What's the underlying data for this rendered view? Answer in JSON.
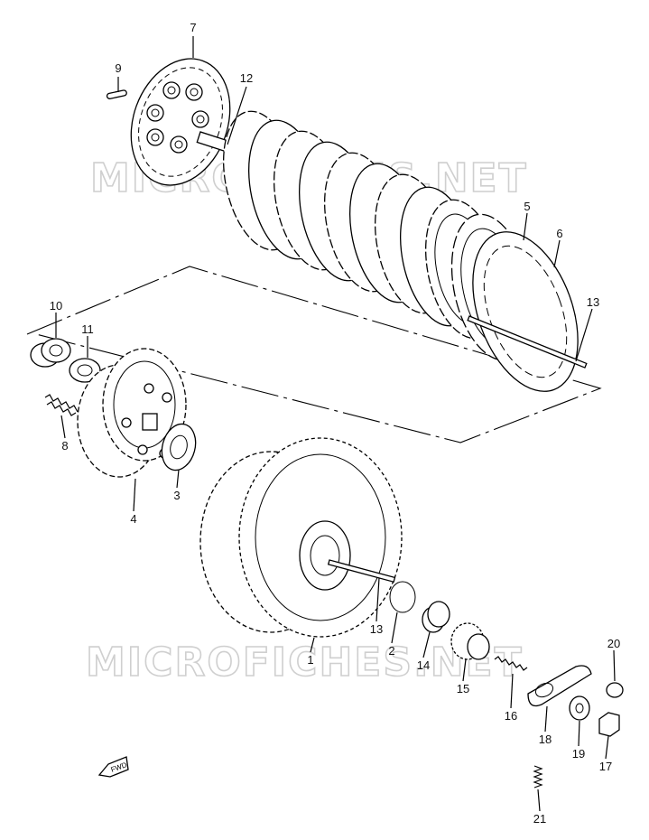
{
  "watermark": "MICROFICHES.NET",
  "fwd_label": "FWD",
  "callouts": [
    {
      "id": "c1",
      "label": "1"
    },
    {
      "id": "c2",
      "label": "2"
    },
    {
      "id": "c3",
      "label": "3"
    },
    {
      "id": "c4",
      "label": "4"
    },
    {
      "id": "c5",
      "label": "5"
    },
    {
      "id": "c6",
      "label": "6"
    },
    {
      "id": "c7",
      "label": "7"
    },
    {
      "id": "c8",
      "label": "8"
    },
    {
      "id": "c9",
      "label": "9"
    },
    {
      "id": "c10",
      "label": "10"
    },
    {
      "id": "c11",
      "label": "11"
    },
    {
      "id": "c12",
      "label": "12"
    },
    {
      "id": "c13a",
      "label": "13"
    },
    {
      "id": "c13b",
      "label": "13"
    },
    {
      "id": "c14",
      "label": "14"
    },
    {
      "id": "c15",
      "label": "15"
    },
    {
      "id": "c16",
      "label": "16"
    },
    {
      "id": "c17",
      "label": "17"
    },
    {
      "id": "c18",
      "label": "18"
    },
    {
      "id": "c19",
      "label": "19"
    },
    {
      "id": "c20",
      "label": "20"
    },
    {
      "id": "c21",
      "label": "21"
    }
  ]
}
